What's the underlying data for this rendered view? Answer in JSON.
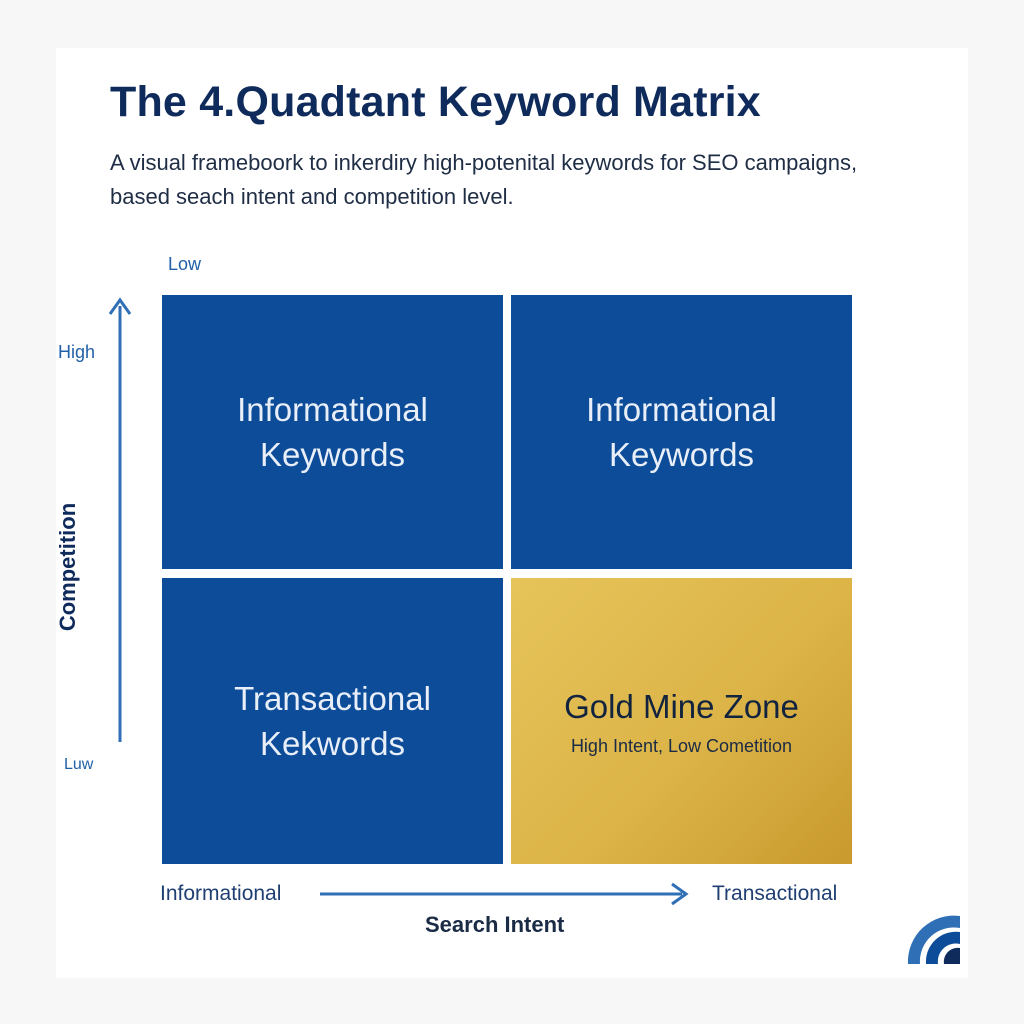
{
  "header": {
    "title": "The 4.Quadtant Keyword Matrix",
    "subtitle": "A visual frameboork to inkerdiry high-potenital keywords for SEO campaigns, based seach intent and competition level."
  },
  "axes": {
    "y": {
      "title": "Competition",
      "top_label": "Low",
      "high_label": "High",
      "bottom_label": "Luw"
    },
    "x": {
      "title": "Search Intent",
      "left_label": "Informational",
      "right_label": "Transactional"
    }
  },
  "quadrants": [
    {
      "position": "top-left",
      "title": "Informational Keywords",
      "color": "#0d4c99"
    },
    {
      "position": "top-right",
      "title": "Informational Keywords",
      "color": "#0d4c99"
    },
    {
      "position": "bottom-left",
      "title": "Transactional Kekwords",
      "color": "#0d4c99"
    },
    {
      "position": "bottom-right",
      "title": "Gold Mine Zone",
      "subtitle": "High Intent, Low Cometition",
      "color": "#dcb448",
      "highlighted": true
    }
  ],
  "colors": {
    "title": "#0f2b5c",
    "axis_arrow": "#2f6fb5",
    "quadrant_blue": "#0d4c99",
    "quadrant_gold": "#dcb448"
  },
  "icons": {
    "logo": "brand-logo-icon"
  }
}
